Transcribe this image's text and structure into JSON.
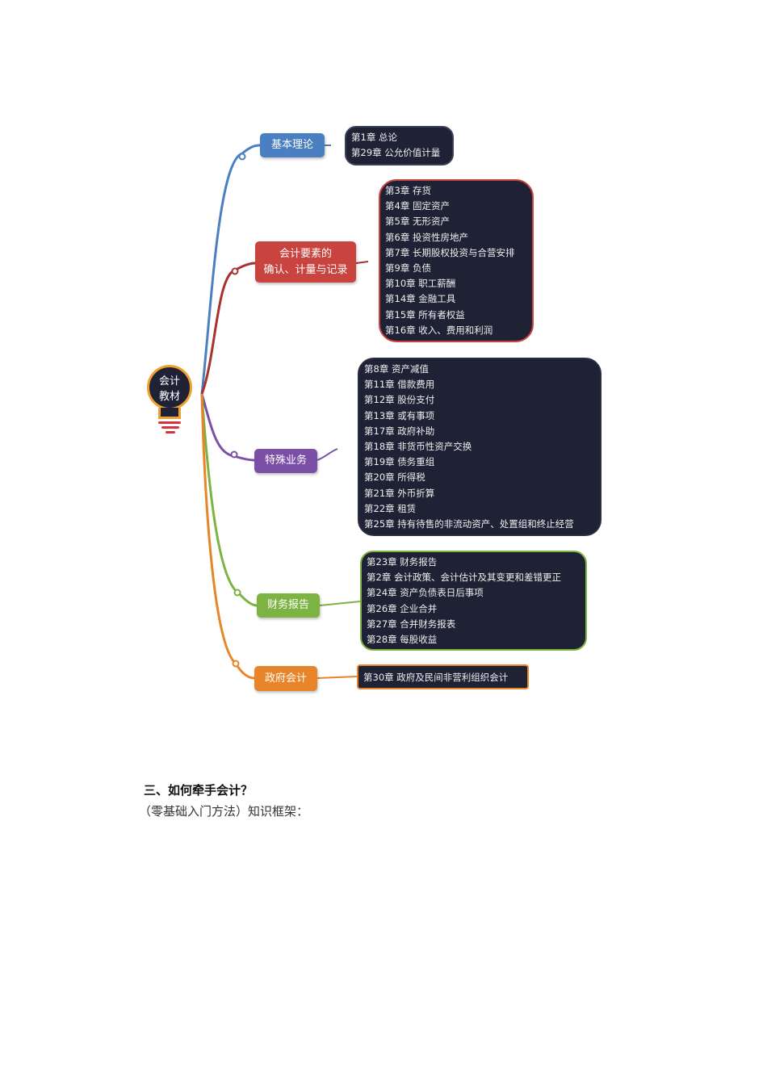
{
  "mindmap": {
    "root": {
      "label_line1": "会计",
      "label_line2": "教材"
    },
    "branches": [
      {
        "label": "基本理论",
        "color": "#4a7fc1",
        "items": [
          "第1章 总论",
          "第29章 公允价值计量"
        ]
      },
      {
        "label_line1": "会计要素的",
        "label_line2": "确认、计量与记录",
        "color": "#c9433f",
        "items": [
          "第3章 存货",
          "第4章 固定资产",
          "第5章 无形资产",
          "第6章 投资性房地产",
          "第7章 长期股权投资与合营安排",
          "第9章 负债",
          "第10章 职工薪酬",
          "第14章 金融工具",
          "第15章 所有者权益",
          "第16章 收入、费用和利润"
        ]
      },
      {
        "label": "特殊业务",
        "color": "#7b4fa6",
        "items": [
          "第8章 资产减值",
          "第11章 借款费用",
          "第12章 股份支付",
          "第13章 或有事项",
          "第17章 政府补助",
          "第18章 非货币性资产交换",
          "第19章 债务重组",
          "第20章 所得税",
          "第21章 外币折算",
          "第22章 租赁",
          "第25章 持有待售的非流动资产、处置组和终止经营"
        ]
      },
      {
        "label": "财务报告",
        "color": "#7cb342",
        "items": [
          "第23章 财务报告",
          "第2章 会计政策、会计估计及其变更和差错更正",
          "第24章 资产负债表日后事项",
          "第26章 企业合并",
          "第27章 合并财务报表",
          "第28章 每股收益"
        ]
      },
      {
        "label": "政府会计",
        "color": "#e8842a",
        "items": [
          "第30章 政府及民间非营利组织会计"
        ]
      }
    ]
  },
  "section": {
    "heading": "三、如何牵手会计？",
    "subtext": "（零基础入门方法）知识框架："
  }
}
